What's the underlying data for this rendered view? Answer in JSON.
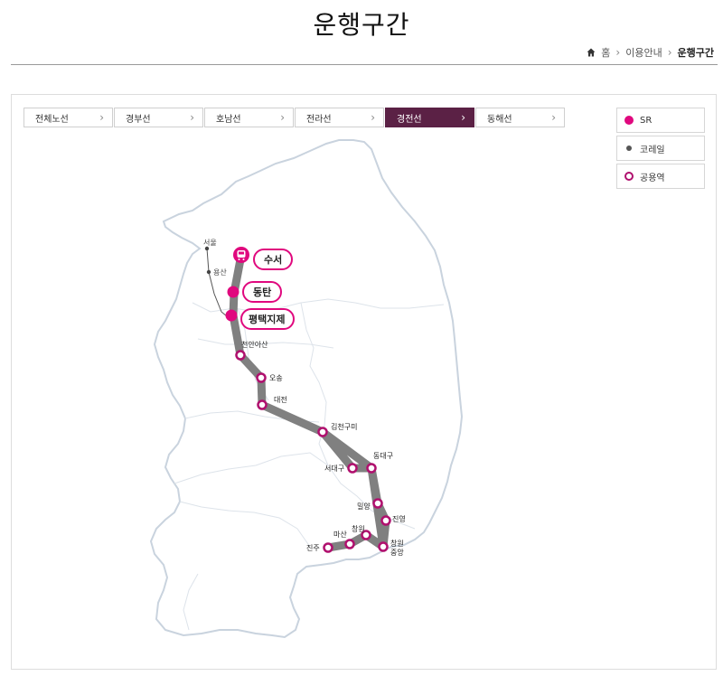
{
  "page": {
    "title": "운행구간"
  },
  "breadcrumb": {
    "home": "홈",
    "level1": "이용안내",
    "current": "운행구간"
  },
  "tabs": [
    {
      "label": "전체노선",
      "active": false
    },
    {
      "label": "경부선",
      "active": false
    },
    {
      "label": "호남선",
      "active": false
    },
    {
      "label": "전라선",
      "active": false
    },
    {
      "label": "경전선",
      "active": true
    },
    {
      "label": "동해선",
      "active": false
    }
  ],
  "legend": [
    {
      "key": "sr",
      "label": "SR"
    },
    {
      "key": "korail",
      "label": "코레일"
    },
    {
      "key": "shared",
      "label": "공용역"
    }
  ],
  "map": {
    "korail_stations": {
      "seoul": "서울",
      "yongsan": "용산"
    },
    "sr_stations": {
      "suseo": "수서",
      "dongtan": "동탄",
      "pyeongtaek": "평택지제"
    },
    "shared_stations": {
      "cheonan": "천안아산",
      "osong": "오송",
      "daejeon": "대전",
      "gimcheon": "김천구미",
      "dongdaegu": "동대구",
      "seodaegu": "서대구",
      "miryang": "밀양",
      "jinyeong": "진영",
      "changwon_jungang_1": "창원",
      "changwon_jungang_2": "중앙",
      "changwon": "창원",
      "masan": "마산",
      "jinju": "진주"
    },
    "colors": {
      "sr": "#e0087e",
      "shared": "#b0106e",
      "line": "#808080",
      "border": "#c9d3de",
      "tab_active": "#5b2145"
    }
  }
}
